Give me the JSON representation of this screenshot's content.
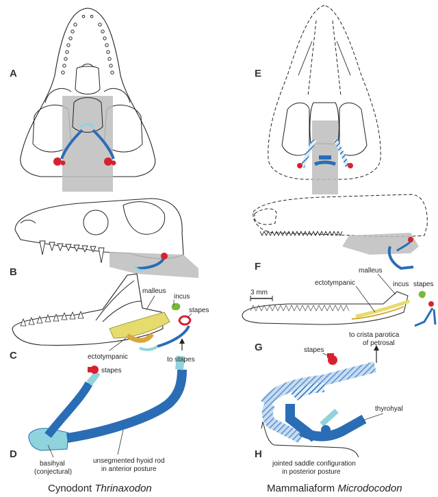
{
  "panels": {
    "A": "A",
    "B": "B",
    "C": "C",
    "D": "D",
    "E": "E",
    "F": "F",
    "G": "G",
    "H": "H"
  },
  "labels": {
    "malleus_left": "malleus",
    "incus_left": "incus",
    "stapes_left_c": "stapes",
    "ectotympanic_left": "ectotympanic",
    "stapes_left_d": "stapes",
    "to_stapes": "to stapes",
    "basihyal_line1": "basihyal",
    "basihyal_line2": "(conjectural)",
    "hyoid_rod_line1": "unsegmented hyoid rod",
    "hyoid_rod_line2": "in anterior posture",
    "malleus_right": "malleus",
    "ectotympanic_right": "ectotympanic",
    "incus_right": "incus",
    "stapes_right_g": "stapes",
    "scale_bar": "3 mm",
    "to_crista_line1": "to crista parotica",
    "to_crista_line2": "of petrosal",
    "stapes_right_h": "stapes",
    "thyrohyal": "thyrohyal",
    "saddle_line1": "jointed saddle configuration",
    "saddle_line2": "in posterior posture"
  },
  "captions": {
    "left_prefix": "Cynodont ",
    "left_genus": "Thrinaxodon",
    "right_prefix": "Mammaliaform ",
    "right_genus": "Microdocodon"
  },
  "colors": {
    "hyoid_dark": "#2a6db5",
    "hyoid_light": "#8fd3dc",
    "stapes_red": "#d8212f",
    "incus_green": "#79b83a",
    "malleus_yellow": "#e6dc6e",
    "ectotympanic_orange": "#d8a83a",
    "shadow_grey": "#bdbdbd"
  }
}
